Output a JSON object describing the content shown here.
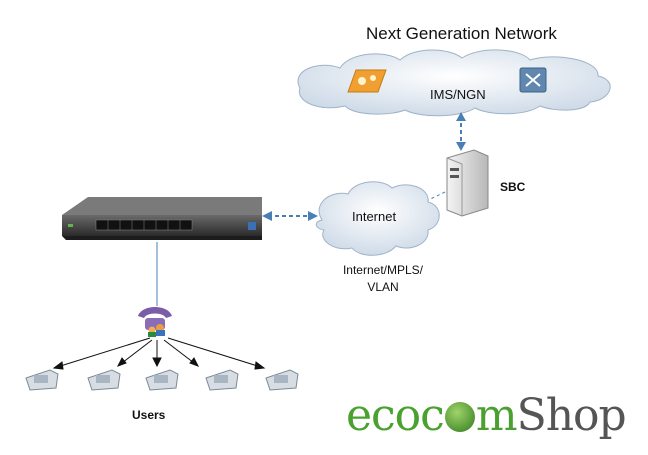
{
  "title": "Next Generation Network",
  "cloud_top": {
    "label": "IMS/NGN"
  },
  "sbc": {
    "label": "SBC"
  },
  "cloud_internet": {
    "label": "Internet"
  },
  "network_note": {
    "line1": "Internet/MPLS/",
    "line2": "VLAN"
  },
  "users": {
    "label": "Users"
  },
  "logo": {
    "part1": "ecoc",
    "part2": "m",
    "part3": "Shop"
  },
  "colors": {
    "link": "#4a7fb5",
    "cloud": "#e8eef5",
    "logo_green": "#4aa130",
    "logo_gray": "#555555"
  }
}
